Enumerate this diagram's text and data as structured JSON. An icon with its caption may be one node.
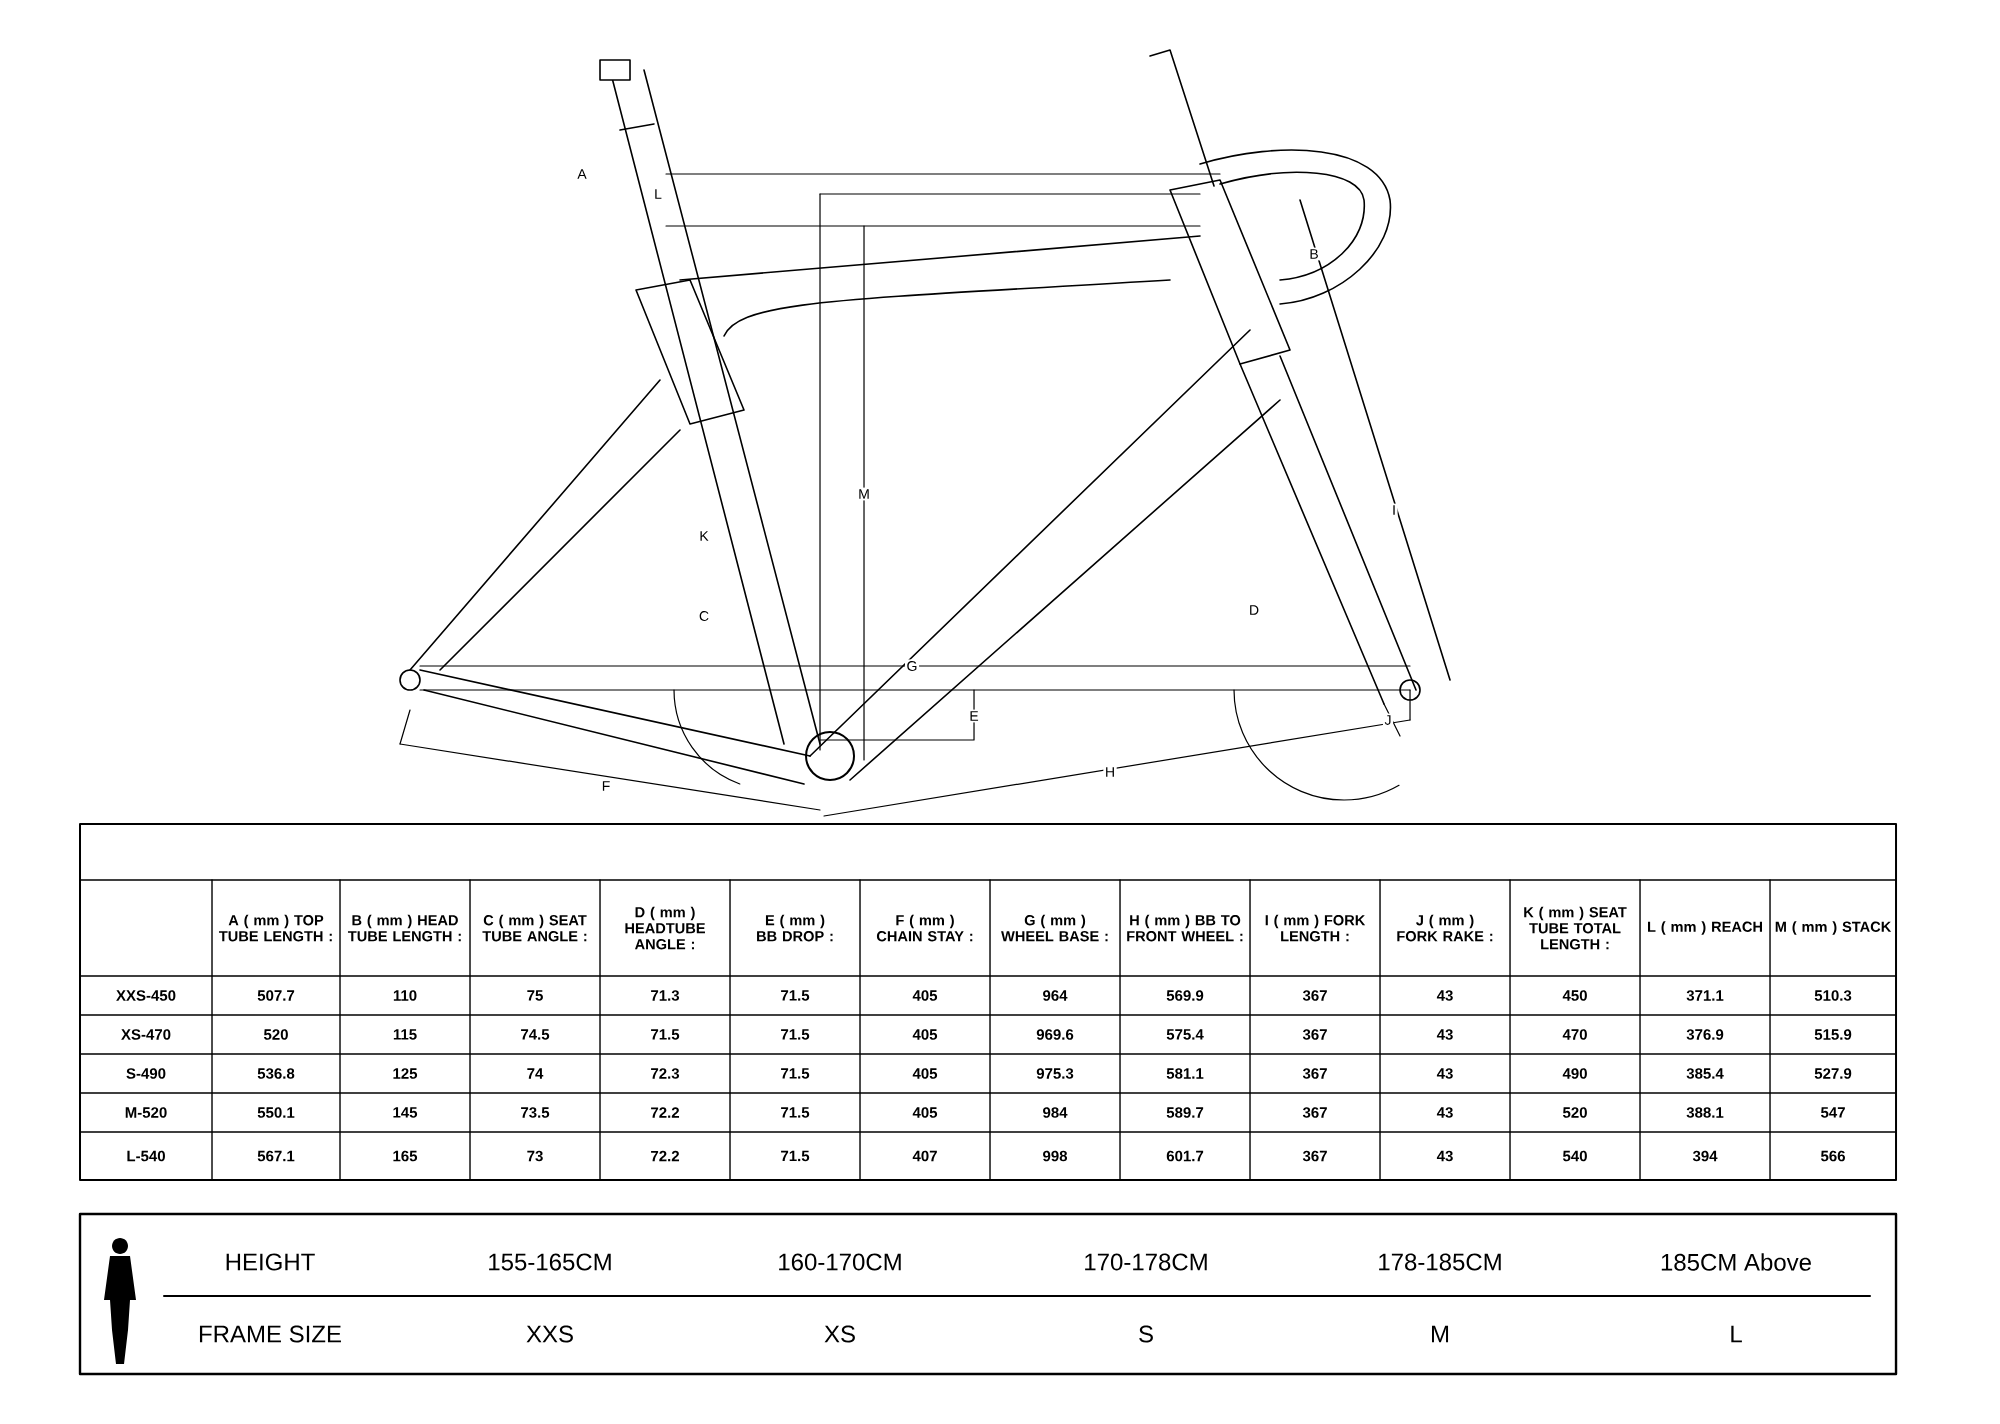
{
  "diagram": {
    "labels": [
      "A",
      "L",
      "M",
      "K",
      "C",
      "G",
      "E",
      "F",
      "H",
      "B",
      "I",
      "D",
      "J",
      "A ( mm ) TOP TUBE LENGTH :",
      "B ( mm ) HEAD TUBE LENGTH :",
      "C ( mm ) SEAT TUBE ANGLE :",
      "D ( mm ) HEADTUBE ANGLE :",
      "E ( mm ) BB DROP :",
      "F ( mm ) CHAIN STAY :",
      "G ( mm ) WHEEL BASE :",
      "H ( mm ) BB TO FRONT WHEEL :",
      "I ( mm ) FORK LENGTH :",
      "J ( mm ) FORK RAKE :",
      "K ( mm ) SEAT TUBE TOTAL LENGTH :",
      "L ( mm ) REACH",
      "M ( mm ) STACK",
      "XXS-450",
      "507.7",
      "110",
      "75",
      "71.3",
      "71.5",
      "405",
      "964",
      "569.9",
      "367",
      "43",
      "450",
      "371.1",
      "510.3",
      "XS-470",
      "520",
      "115",
      "74.5",
      "71.5",
      "71.5",
      "405",
      "969.6",
      "575.4",
      "367",
      "43",
      "470",
      "376.9",
      "515.9",
      "S-490",
      "536.8",
      "125",
      "74",
      "72.3",
      "71.5",
      "405",
      "975.3",
      "581.1",
      "367",
      "43",
      "490",
      "385.4",
      "527.9",
      "M-520",
      "550.1",
      "145",
      "73.5",
      "72.2",
      "71.5",
      "405",
      "984",
      "589.7",
      "367",
      "43",
      "520",
      "388.1",
      "547",
      "L-540",
      "567.1",
      "165",
      "73",
      "72.2",
      "71.5",
      "407",
      "998",
      "601.7",
      "367",
      "43",
      "540",
      "394",
      "566",
      "HEIGHT",
      "155-165CM",
      "160-170CM",
      "170-178CM",
      "178-185CM",
      "185CM Above",
      "FRAME SIZE",
      "XXS",
      "XS",
      "S",
      "M",
      "L"
    ]
  }
}
